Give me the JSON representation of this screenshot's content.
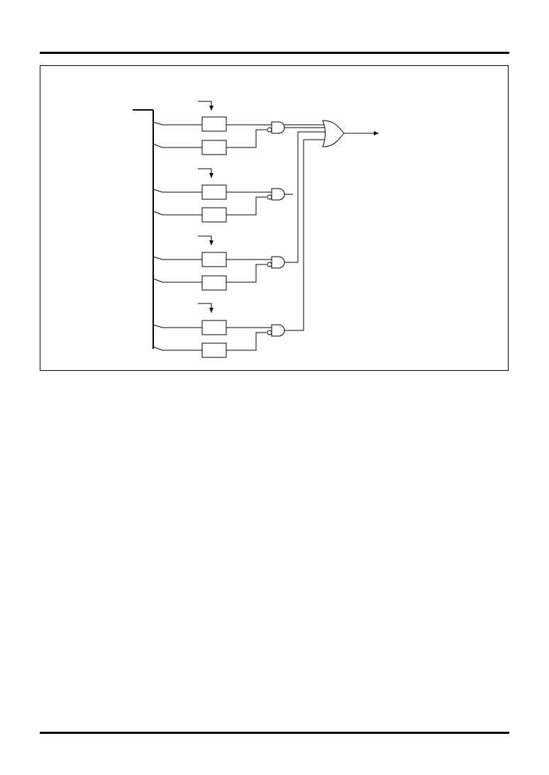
{
  "figure": {
    "groups": [
      {
        "id": 1,
        "has_or_connection": true
      },
      {
        "id": 2,
        "has_or_connection": false
      },
      {
        "id": 3,
        "has_or_connection": true
      },
      {
        "id": 4,
        "has_or_connection": true
      }
    ],
    "colors": {
      "line": "#000000",
      "background": "#ffffff"
    },
    "icons": [
      "and-gate-icon",
      "or-gate-icon",
      "arrow-icon"
    ]
  }
}
